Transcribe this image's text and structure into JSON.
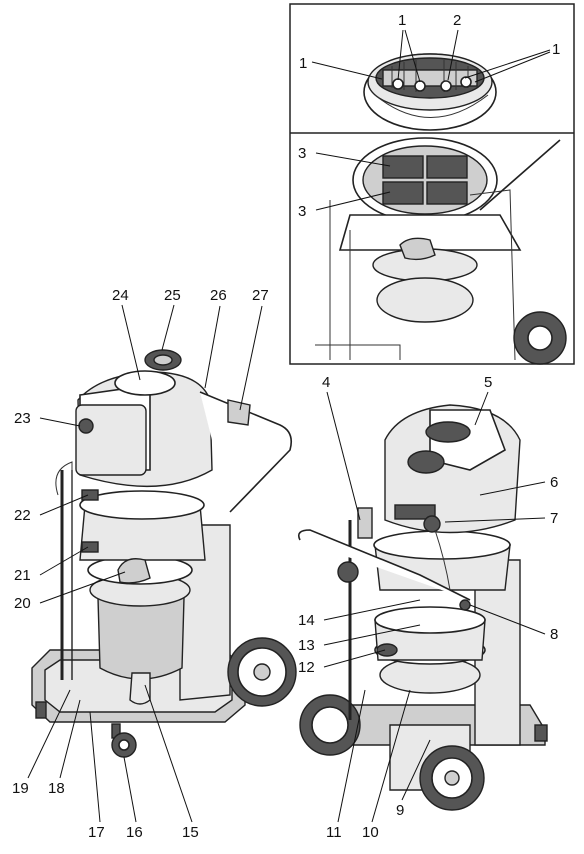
{
  "callouts": {
    "top_inset": [
      "1",
      "1",
      "2",
      "1"
    ],
    "mid_inset": [
      "3",
      "3"
    ],
    "left_view": [
      "24",
      "25",
      "26",
      "27",
      "23",
      "22",
      "21",
      "20",
      "19",
      "18",
      "17",
      "16",
      "15"
    ],
    "right_view": [
      "4",
      "5",
      "6",
      "7",
      "14",
      "13",
      "8",
      "12",
      "11",
      "10",
      "9"
    ]
  }
}
